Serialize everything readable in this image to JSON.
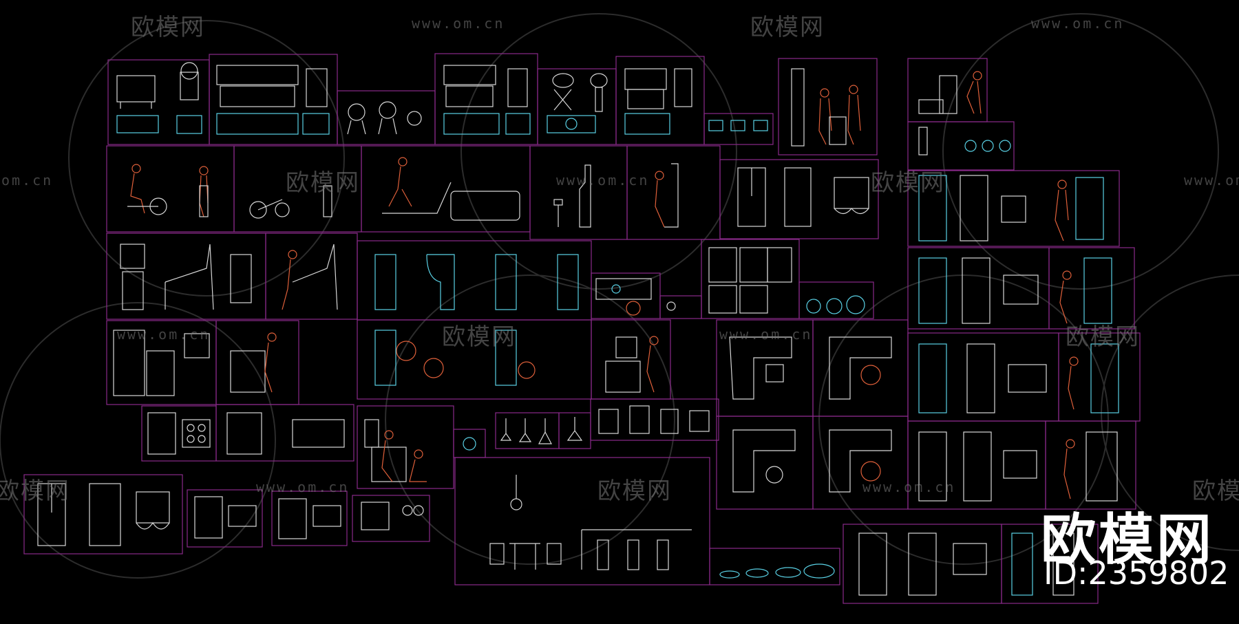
{
  "watermark": {
    "brand": "欧模网",
    "url": "www.om.cn",
    "url_partial": "om.cn",
    "id_label": "ID:2359802"
  },
  "colors": {
    "background": "#000000",
    "frame": "#8a2a8a",
    "cyan": "#5ad2e6",
    "white": "#d8d8d8",
    "orange": "#e0603a",
    "watermark": "#7a7a7a"
  },
  "blocks": [
    {
      "name": "bbq-grills-set-1",
      "icon": "bbq-grill-icon"
    },
    {
      "name": "bbq-grills-set-2",
      "icon": "bbq-grill-icon"
    },
    {
      "name": "kettle-grills",
      "icon": "kettle-grill-icon"
    },
    {
      "name": "bbq-grills-set-3",
      "icon": "bbq-grill-icon"
    },
    {
      "name": "portable-grill",
      "icon": "portable-grill-icon"
    },
    {
      "name": "gas-grill-with-figures",
      "icon": "gas-grill-icon"
    },
    {
      "name": "exercise-bikes",
      "icon": "exercise-bike-icon"
    },
    {
      "name": "treadmill",
      "icon": "treadmill-icon"
    },
    {
      "name": "arcade-cabinets",
      "icon": "arcade-cabinet-icon"
    },
    {
      "name": "pinball-machines",
      "icon": "pinball-icon"
    },
    {
      "name": "doors-plan",
      "icon": "door-icon"
    },
    {
      "name": "refrigerators",
      "icon": "refrigerator-icon"
    },
    {
      "name": "vending-machines",
      "icon": "vending-machine-icon"
    },
    {
      "name": "copiers",
      "icon": "copier-icon"
    },
    {
      "name": "ovens-cooktops",
      "icon": "oven-icon"
    },
    {
      "name": "pendant-lights",
      "icon": "pendant-light-icon"
    },
    {
      "name": "office-desks-plan",
      "icon": "desk-icon"
    },
    {
      "name": "dining-and-bar",
      "icon": "dining-table-icon"
    }
  ]
}
